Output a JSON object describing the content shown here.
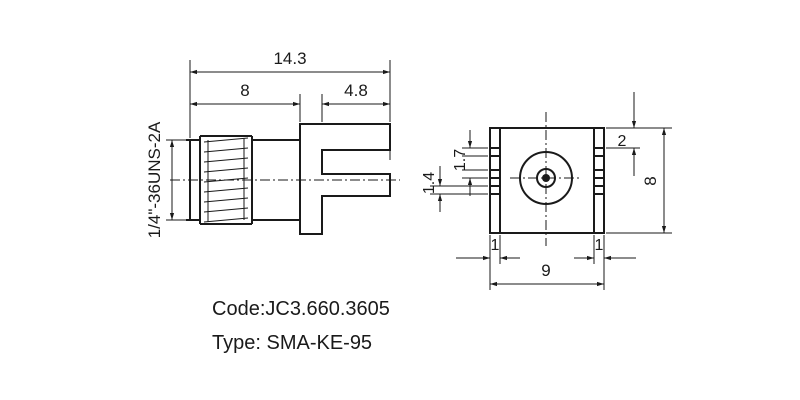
{
  "side_view": {
    "dim_overall": "14.3",
    "dim_thread_length": "8",
    "dim_flange": "4.8",
    "thread_spec": "1/4\"-36UNS-2A"
  },
  "front_view": {
    "dim_pin_pitch": "1.7",
    "dim_pin_width": "1.4",
    "dim_top_offset": "2",
    "dim_height": "8",
    "dim_left_edge": "1",
    "dim_right_edge": "1",
    "dim_width": "9"
  },
  "caption": {
    "code": "Code:JC3.660.3605",
    "type": "Type: SMA-KE-95"
  }
}
